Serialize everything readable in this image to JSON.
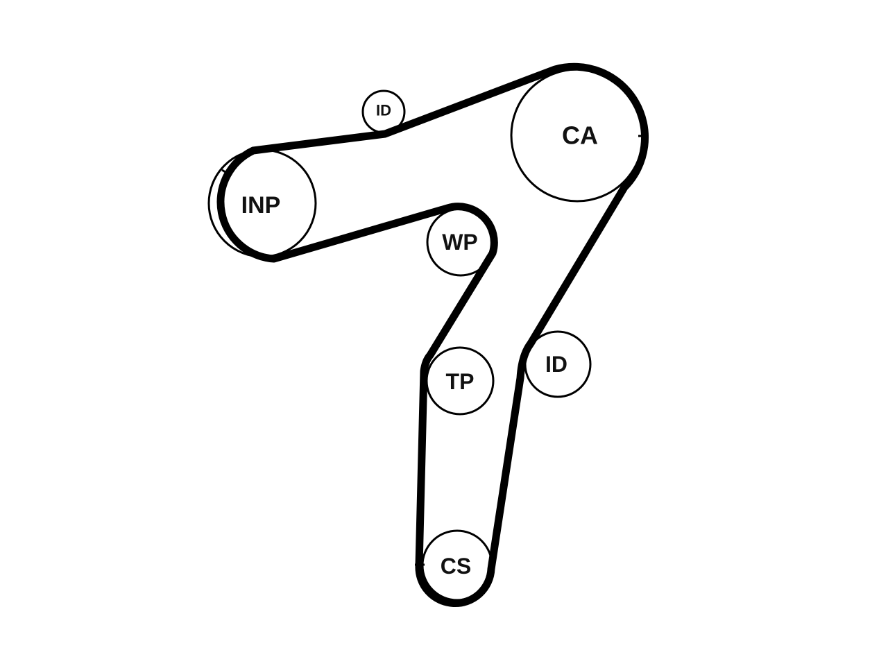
{
  "diagram": {
    "type": "timing-belt-layout",
    "colors": {
      "belt": "#000000",
      "pulley_outline": "#000000",
      "background": "#ffffff"
    },
    "pulleys": {
      "camshaft": "CA",
      "injection_pump": "INP",
      "idler_top": "ID",
      "idler_right": "ID",
      "water_pump": "WP",
      "tensioner": "TP",
      "crankshaft": "CS"
    }
  }
}
